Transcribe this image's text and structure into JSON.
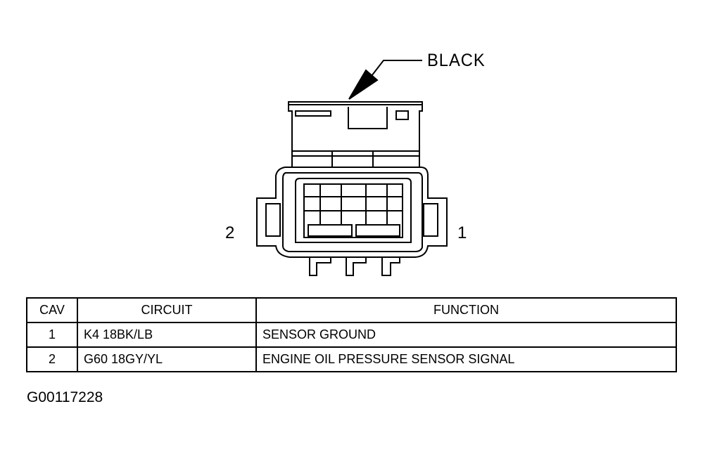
{
  "callout_label": "BLACK",
  "pins": {
    "left": "2",
    "right": "1"
  },
  "table": {
    "headers": [
      "CAV",
      "CIRCUIT",
      "FUNCTION"
    ],
    "rows": [
      {
        "cav": "1",
        "circuit": "K4 18BK/LB",
        "function": "SENSOR GROUND"
      },
      {
        "cav": "2",
        "circuit": "G60 18GY/YL",
        "function": "ENGINE OIL PRESSURE SENSOR SIGNAL"
      }
    ]
  },
  "figure_id": "G00117228"
}
